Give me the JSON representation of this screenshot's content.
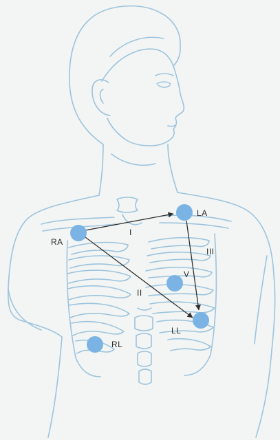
{
  "colors": {
    "background": "#f2f5f3",
    "outline": "#9dc3dd",
    "electrode": "#7bb4e4",
    "arrow": "#2e2e2e",
    "label": "#2b2b2b"
  },
  "electrodes": {
    "ra": "RA",
    "la": "LA",
    "ll": "LL",
    "rl": "RL",
    "v": "V"
  },
  "leads": {
    "lead_1": "I",
    "lead_2": "II",
    "lead_3": "III"
  }
}
